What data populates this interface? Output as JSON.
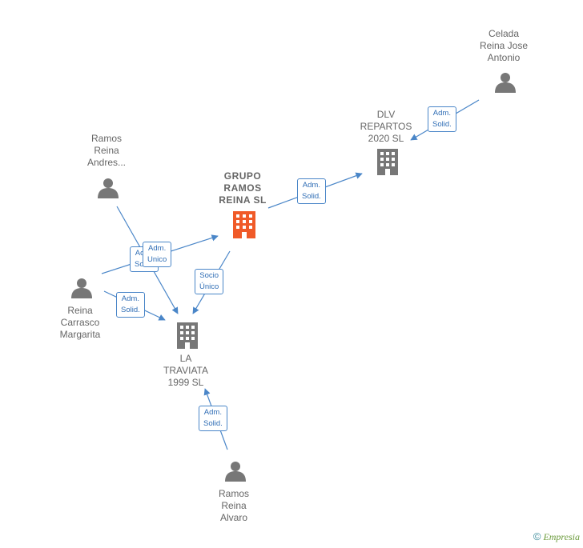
{
  "nodes": {
    "celada": {
      "lines": [
        "Celada",
        "Reina Jose",
        "Antonio"
      ]
    },
    "dlv": {
      "lines": [
        "DLV",
        "REPARTOS",
        "2020  SL"
      ]
    },
    "ramos_andres": {
      "lines": [
        "Ramos",
        "Reina",
        "Andres..."
      ]
    },
    "grupo": {
      "lines": [
        "GRUPO",
        "RAMOS",
        "REINA  SL"
      ]
    },
    "reina_carrasco": {
      "lines": [
        "Reina",
        "Carrasco",
        "Margarita"
      ]
    },
    "traviata": {
      "lines": [
        "LA",
        "TRAVIATA",
        "1999  SL"
      ]
    },
    "ramos_alvaro": {
      "lines": [
        "Ramos",
        "Reina",
        "Alvaro"
      ]
    }
  },
  "edges": {
    "celada_dlv": [
      "Adm.",
      "Solid."
    ],
    "grupo_dlv": [
      "Adm.",
      "Solid."
    ],
    "andres_traviata": [
      "Adm.",
      "Solid."
    ],
    "carrasco_grupo": [
      "Adm.",
      "Unico"
    ],
    "grupo_traviata": [
      "Socio",
      "Único"
    ],
    "carrasco_traviata": [
      "Adm.",
      "Solid."
    ],
    "alvaro_traviata": [
      "Adm.",
      "Solid."
    ]
  },
  "footer": {
    "copyright": "©",
    "brand": "Empresia"
  },
  "colors": {
    "main_company": "#f05a28",
    "company": "#777777",
    "person": "#777777",
    "edge": "#4a86c8"
  },
  "icons": {
    "person": "person-icon",
    "company": "building-icon"
  }
}
